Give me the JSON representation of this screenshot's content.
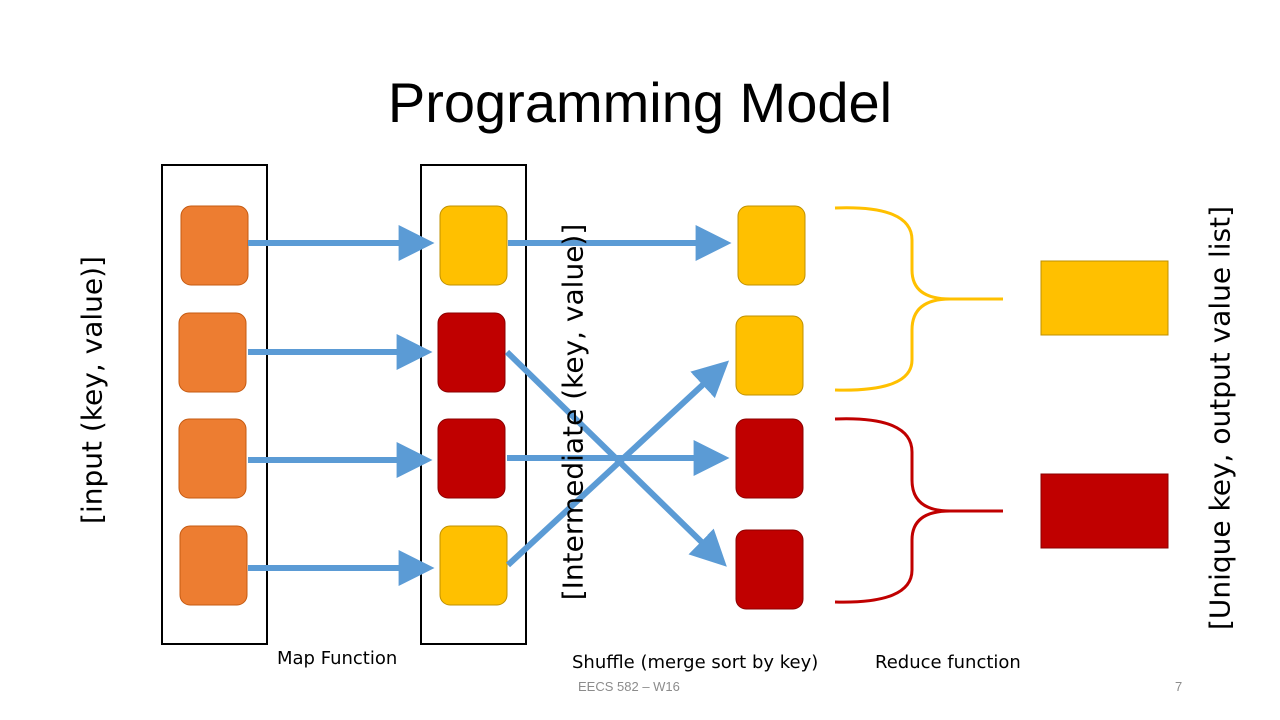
{
  "slide": {
    "title": "Programming Model",
    "footer_text": "EECS 582 – W16",
    "page_number": "7"
  },
  "labels": {
    "input": "[input (key, value)]",
    "intermediate": "[Intermediate (key, value)]",
    "output": "[Unique key, output value list]",
    "map": "Map Function",
    "shuffle": "Shuffle (merge sort by key)",
    "reduce": "Reduce function"
  },
  "colors": {
    "input": "#ED7D31",
    "key_a": "#FFC000",
    "key_b": "#C00000",
    "arrow": "#5B9BD5",
    "frame": "#000000"
  },
  "diagram": {
    "input_records": [
      "input",
      "input",
      "input",
      "input"
    ],
    "intermediate_records": [
      "key_a",
      "key_b",
      "key_b",
      "key_a"
    ],
    "shuffled_records": [
      "key_a",
      "key_a",
      "key_b",
      "key_b"
    ],
    "reduce_groups": [
      "key_a",
      "key_b"
    ]
  }
}
